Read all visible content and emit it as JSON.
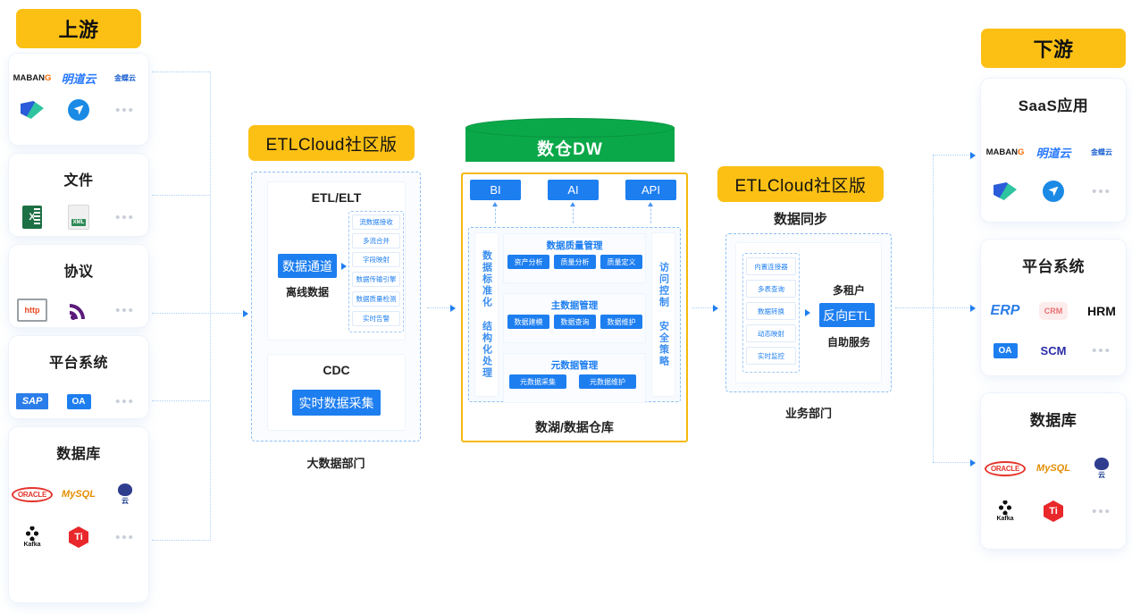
{
  "upstream": {
    "header": "上游",
    "cards": [
      {
        "title": "",
        "logos": [
          [
            "mabang",
            "mingdao",
            "jinhe"
          ],
          [
            "feishu",
            "dingtalk",
            "more"
          ]
        ]
      },
      {
        "title": "文件",
        "logos": [
          [
            "excel",
            "xml",
            "more"
          ]
        ]
      },
      {
        "title": "协议",
        "logos": [
          [
            "http",
            "rss",
            "more"
          ]
        ]
      },
      {
        "title": "平台系统",
        "logos": [
          [
            "sap",
            "oa",
            "more"
          ]
        ]
      },
      {
        "title": "数据库",
        "logos": [
          [
            "oracle",
            "mysql",
            "pg"
          ],
          [
            "kafka",
            "tidb",
            "more"
          ]
        ]
      }
    ]
  },
  "etl_left": {
    "header": "ETLCloud社区版",
    "dept": "大数据部门",
    "etl": {
      "title": "ETL/ELT",
      "channel": "数据通道",
      "channel_sub": "离线数据",
      "chips": [
        "流数据接收",
        "多流合并",
        "字段映射",
        "数据传输引擎",
        "数据质量检测",
        "实时告警"
      ]
    },
    "cdc": {
      "title": "CDC",
      "button": "实时数据采集"
    }
  },
  "warehouse": {
    "cylinder": "数仓DW",
    "top_buttons": [
      "BI",
      "AI",
      "API"
    ],
    "left_vtext": "数据标准化 结构化处理",
    "right_vtext": "访问控制 安全策略",
    "groups": [
      {
        "title": "数据质量管理",
        "items": [
          "资产分析",
          "质量分析",
          "质量定义"
        ]
      },
      {
        "title": "主数据管理",
        "items": [
          "数据建模",
          "数据查询",
          "数据维护"
        ]
      },
      {
        "title": "元数据管理",
        "items": [
          "元数据采集",
          "元数据维护"
        ]
      }
    ],
    "footer": "数湖/数据仓库"
  },
  "etl_right": {
    "header": "ETLCloud社区版",
    "subtitle": "数据同步",
    "dept": "业务部门",
    "chips": [
      "内置连接器",
      "多表查询",
      "数据转换",
      "动态映射",
      "实时监控"
    ],
    "top_label": "多租户",
    "button": "反向ETL",
    "bottom_label": "自助服务"
  },
  "downstream": {
    "header": "下游",
    "cards": [
      {
        "title": "SaaS应用",
        "logos": [
          [
            "mabang",
            "mingdao",
            "jinhe"
          ],
          [
            "feishu",
            "dingtalk",
            "more"
          ]
        ]
      },
      {
        "title": "平台系统",
        "logos": [
          [
            "erp",
            "crm",
            "hrm"
          ],
          [
            "oa",
            "scm",
            "more"
          ]
        ]
      },
      {
        "title": "数据库",
        "logos": [
          [
            "oracle",
            "mysql",
            "pg"
          ],
          [
            "kafka",
            "tidb",
            "more"
          ]
        ]
      }
    ]
  },
  "logo_text": {
    "mabang": "MABAN",
    "mabang_mark": "G",
    "mingdao": "明道云",
    "jinhe": "金蝶云",
    "excel": "X",
    "xml": "XML",
    "http": "http",
    "sap": "SAP",
    "oa": "OA",
    "oracle": "ORACLE",
    "mysql": "MySQL",
    "pg": "云",
    "kafka": "Kafka",
    "tidb": "Ti",
    "erp": "ERP",
    "crm": "CRM",
    "hrm": "HRM",
    "scm": "SCM",
    "more": "•••"
  },
  "colors": {
    "accent_yellow": "#fcc014",
    "accent_blue": "#1d7ef0",
    "accent_green": "#0aa849",
    "dash_blue": "#8cc0f5"
  }
}
